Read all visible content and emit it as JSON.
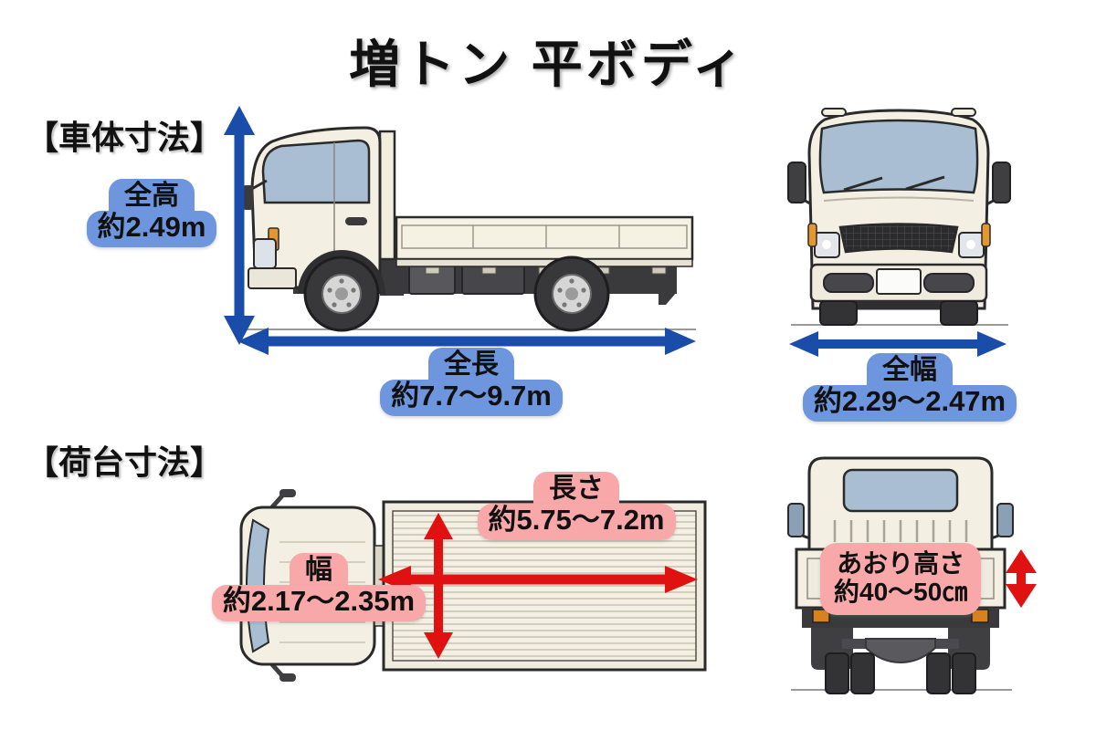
{
  "title": "増トン 平ボディ",
  "body_section": {
    "label": "【車体寸法】",
    "height_label": "全高",
    "height_value": "約2.49m",
    "length_label": "全長",
    "length_value": "約7.7〜9.7m",
    "width_label": "全幅",
    "width_value": "約2.29〜2.47m"
  },
  "bed_section": {
    "label": "【荷台寸法】",
    "length_label": "長さ",
    "length_value": "約5.75〜7.2m",
    "width_label": "幅",
    "width_value": "約2.17〜2.35m",
    "gate_label": "あおり高さ",
    "gate_value": "約40〜50㎝"
  },
  "colors": {
    "blue_arrow": "#1a4caa",
    "blue_badge": "#6e96de",
    "red_arrow": "#e01111",
    "pink_badge": "#f8a8a8",
    "truck_body": "#f3efe3",
    "glass": "#a9bed3",
    "outline": "#2a2a2a"
  }
}
